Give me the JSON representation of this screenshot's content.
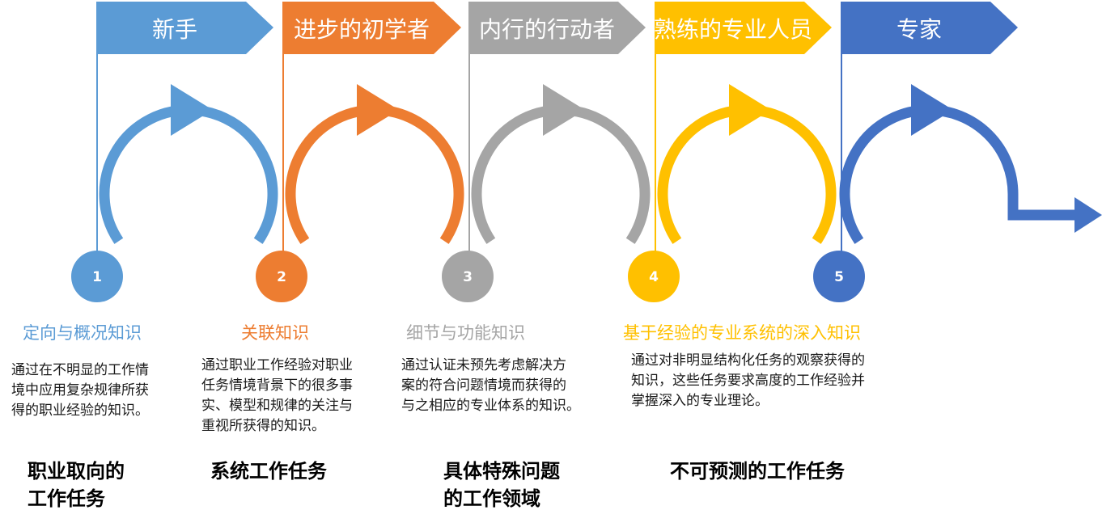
{
  "colors": {
    "stage1": "#5B9BD5",
    "stage2": "#ED7D31",
    "stage3": "#A5A5A5",
    "stage4": "#FFC000",
    "stage5": "#4472C4"
  },
  "stages": [
    {
      "flag": "新手",
      "number": "1",
      "title": "定向与概况知识",
      "desc_lines": [
        "通过在不明显的工作情",
        "境中应用复杂规律所获",
        "得的职业经验的知识。"
      ]
    },
    {
      "flag": "进步的初学者",
      "number": "2",
      "title": "关联知识",
      "desc_lines": [
        "通过职业工作经验对职业",
        "任务情境背景下的很多事",
        "实、模型和规律的关注与",
        "重视所获得的知识。"
      ]
    },
    {
      "flag": "内行的行动者",
      "number": "3",
      "title": "细节与功能知识",
      "desc_lines": [
        "通过认证未预先考虑解决方",
        "案的符合问题情境而获得的",
        "与之相应的专业体系的知识。"
      ]
    },
    {
      "flag": "熟练的专业人员",
      "number": "4",
      "title": "基于经验的专业系统的深入知识",
      "desc_lines": [
        "通过对非明显结构化任务的观察获得的",
        "知识，这些任务要求高度的工作经验并",
        "掌握深入的专业理论。"
      ]
    },
    {
      "flag": "专家",
      "number": "5"
    }
  ],
  "tasks": [
    {
      "lines": [
        "职业取向的",
        "工作任务"
      ]
    },
    {
      "lines": [
        "系统工作任务"
      ]
    },
    {
      "lines": [
        "具体特殊问题",
        "的工作领域"
      ]
    },
    {
      "lines": [
        "不可预测的工作任务"
      ]
    }
  ]
}
